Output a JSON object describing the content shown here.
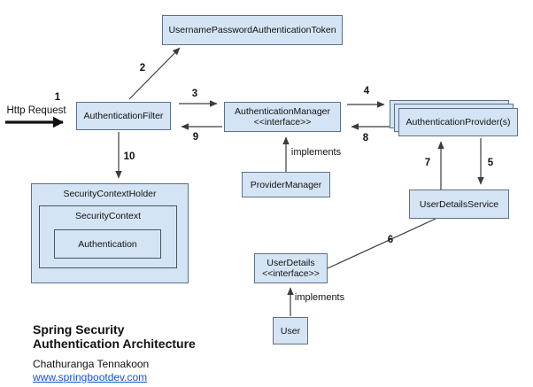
{
  "diagram": {
    "nodes": {
      "token": "UsernamePasswordAuthenticationToken",
      "filter": "AuthenticationFilter",
      "manager": {
        "line1": "AuthenticationManager",
        "line2": "<<interface>>"
      },
      "provider": "AuthenticationProvider(s)",
      "provider_manager": "ProviderManager",
      "user_details_service": "UserDetailsService",
      "security_context_holder": "SecurityContextHolder",
      "security_context": "SecurityContext",
      "authentication": "Authentication",
      "user_details": {
        "line1": "UserDetails",
        "line2": "<<interface>>"
      },
      "user": "User"
    },
    "edge_labels": {
      "n1": "1",
      "n2": "2",
      "n3": "3",
      "n4": "4",
      "n5": "5",
      "n6": "6",
      "n7": "7",
      "n8": "8",
      "n9": "9",
      "n10": "10",
      "http_request": "Http Request",
      "implements_provider_manager": "implements",
      "implements_user": "implements"
    },
    "footer": {
      "title_line1": "Spring Security",
      "title_line2": "Authentication Architecture",
      "author": "Chathuranga Tennakoon",
      "website": "www.springbootdev.com"
    },
    "colors": {
      "box_fill": "#d4e4f4",
      "box_border": "#5a7186",
      "arrow": "#3c3c3c",
      "link": "#1155cc"
    }
  }
}
